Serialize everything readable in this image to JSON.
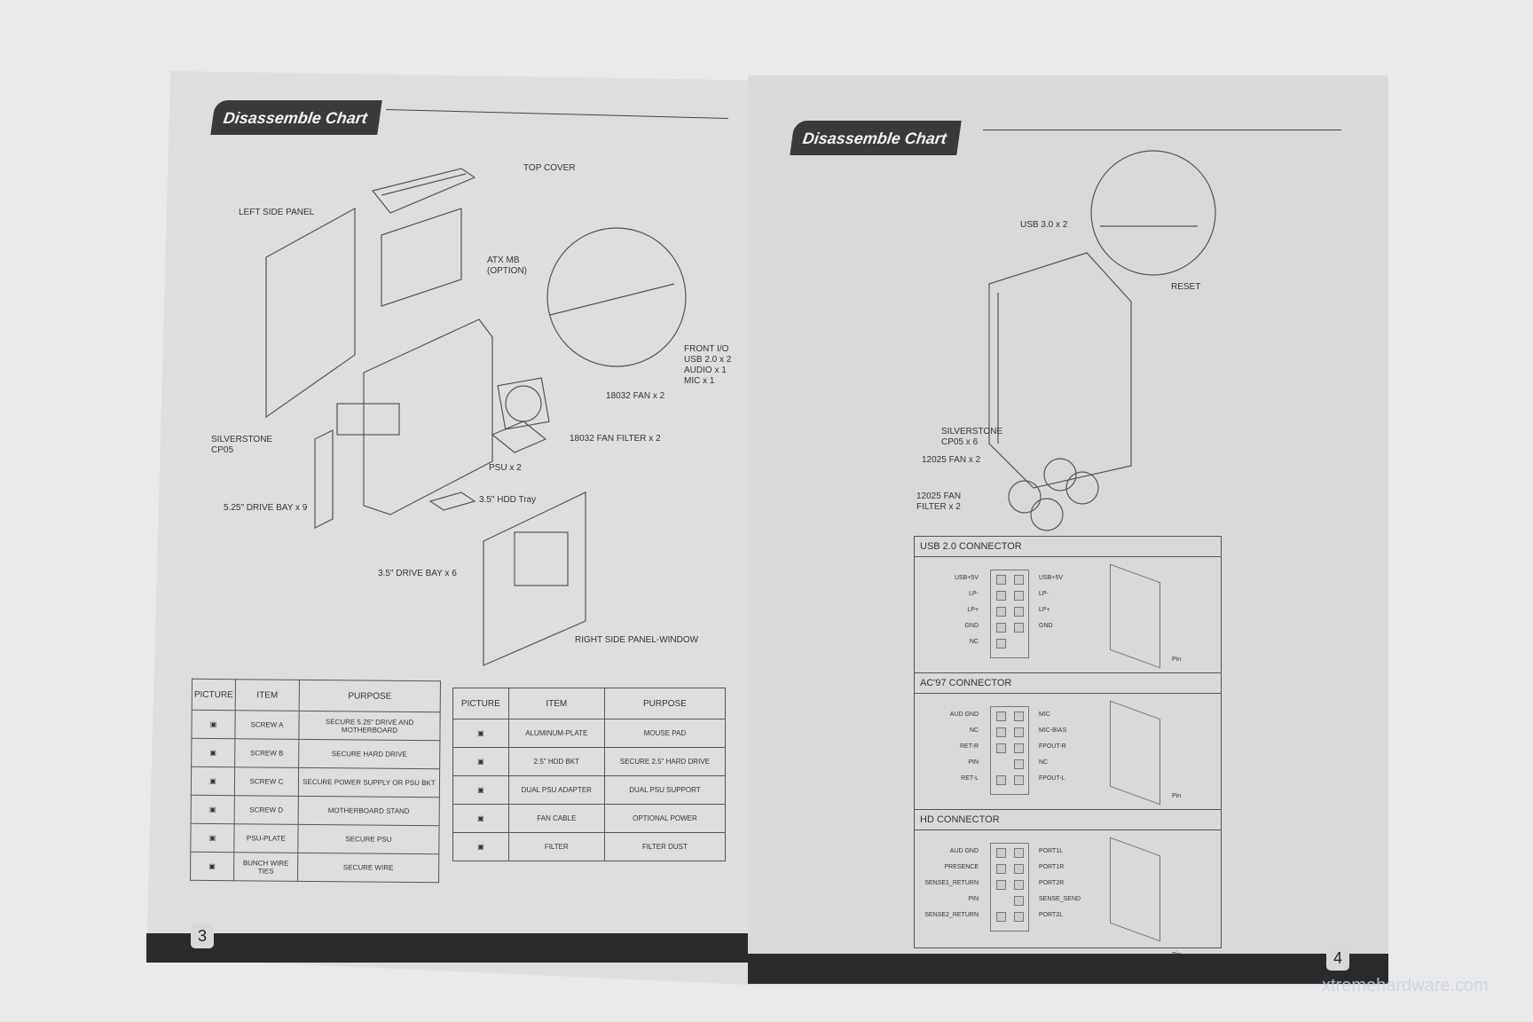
{
  "left_page": {
    "header": "Disassemble Chart",
    "labels": {
      "top_cover": "TOP COVER",
      "left_side_panel": "LEFT SIDE PANEL",
      "atx_mb": "ATX MB\n(OPTION)",
      "front_io": "FRONT I/O\nUSB 2.0 x 2\nAUDIO x 1\nMIC x 1",
      "fan": "18032 FAN x 2",
      "fan_filter": "18032 FAN FILTER x 2",
      "silverstone": "SILVERSTONE\nCP05",
      "psu": "PSU x 2",
      "hdd_tray": "3.5\" HDD Tray",
      "drive_bay_525": "5.25\" DRIVE BAY x 9",
      "drive_bay_35": "3.5\" DRIVE BAY x 6",
      "right_panel": "RIGHT SIDE PANEL-WINDOW"
    },
    "table1": {
      "headers": [
        "PICTURE",
        "ITEM",
        "PURPOSE"
      ],
      "rows": [
        {
          "item": "SCREW A",
          "purpose": "SECURE 5.25\" DRIVE AND MOTHERBOARD"
        },
        {
          "item": "SCREW B",
          "purpose": "SECURE HARD DRIVE"
        },
        {
          "item": "SCREW C",
          "purpose": "SECURE POWER SUPPLY OR PSU BKT"
        },
        {
          "item": "SCREW D",
          "purpose": "MOTHERBOARD STAND"
        },
        {
          "item": "PSU-PLATE",
          "purpose": "SECURE PSU"
        },
        {
          "item": "BUNCH WIRE TIES",
          "purpose": "SECURE WIRE"
        }
      ]
    },
    "table2": {
      "headers": [
        "PICTURE",
        "ITEM",
        "PURPOSE"
      ],
      "rows": [
        {
          "item": "ALUMINUM-PLATE",
          "purpose": "MOUSE PAD"
        },
        {
          "item": "2.5\" HDD BKT",
          "purpose": "SECURE 2.5\" HARD DRIVE"
        },
        {
          "item": "DUAL PSU ADAPTER",
          "purpose": "DUAL PSU SUPPORT"
        },
        {
          "item": "FAN CABLE",
          "purpose": "OPTIONAL POWER"
        },
        {
          "item": "FILTER",
          "purpose": "FILTER DUST"
        }
      ]
    },
    "page_number": "3"
  },
  "right_page": {
    "header": "Disassemble Chart",
    "labels": {
      "usb3": "USB 3.0 x 2",
      "reset": "RESET",
      "silverstone": "SILVERSTONE\nCP05 x 6",
      "fan": "12025 FAN x 2",
      "fan_filter": "12025 FAN\nFILTER x 2"
    },
    "connectors": [
      {
        "title": "USB 2.0 CONNECTOR",
        "left": [
          "USB+5V",
          "LP-",
          "LP+",
          "GND",
          "NC"
        ],
        "right": [
          "USB+5V",
          "LP-",
          "LP+",
          "GND",
          ""
        ],
        "pin_label": "Pin"
      },
      {
        "title": "AC'97 CONNECTOR",
        "left": [
          "AUD GND",
          "NC",
          "RET-R",
          "PIN",
          "RET-L"
        ],
        "right": [
          "MIC",
          "MIC-BIAS",
          "FPOUT-R",
          "NC",
          "FPOUT-L"
        ],
        "pin_label": "Pin"
      },
      {
        "title": "HD CONNECTOR",
        "left": [
          "AUD GND",
          "PRESENCE",
          "SENSE1_RETURN",
          "PIN",
          "SENSE2_RETURN"
        ],
        "right": [
          "PORT1L",
          "PORT1R",
          "PORT2R",
          "SENSE_SEND",
          "PORT2L"
        ],
        "pin_label": "Pin"
      }
    ],
    "page_number": "4"
  },
  "watermark": "xtremehardware.com"
}
